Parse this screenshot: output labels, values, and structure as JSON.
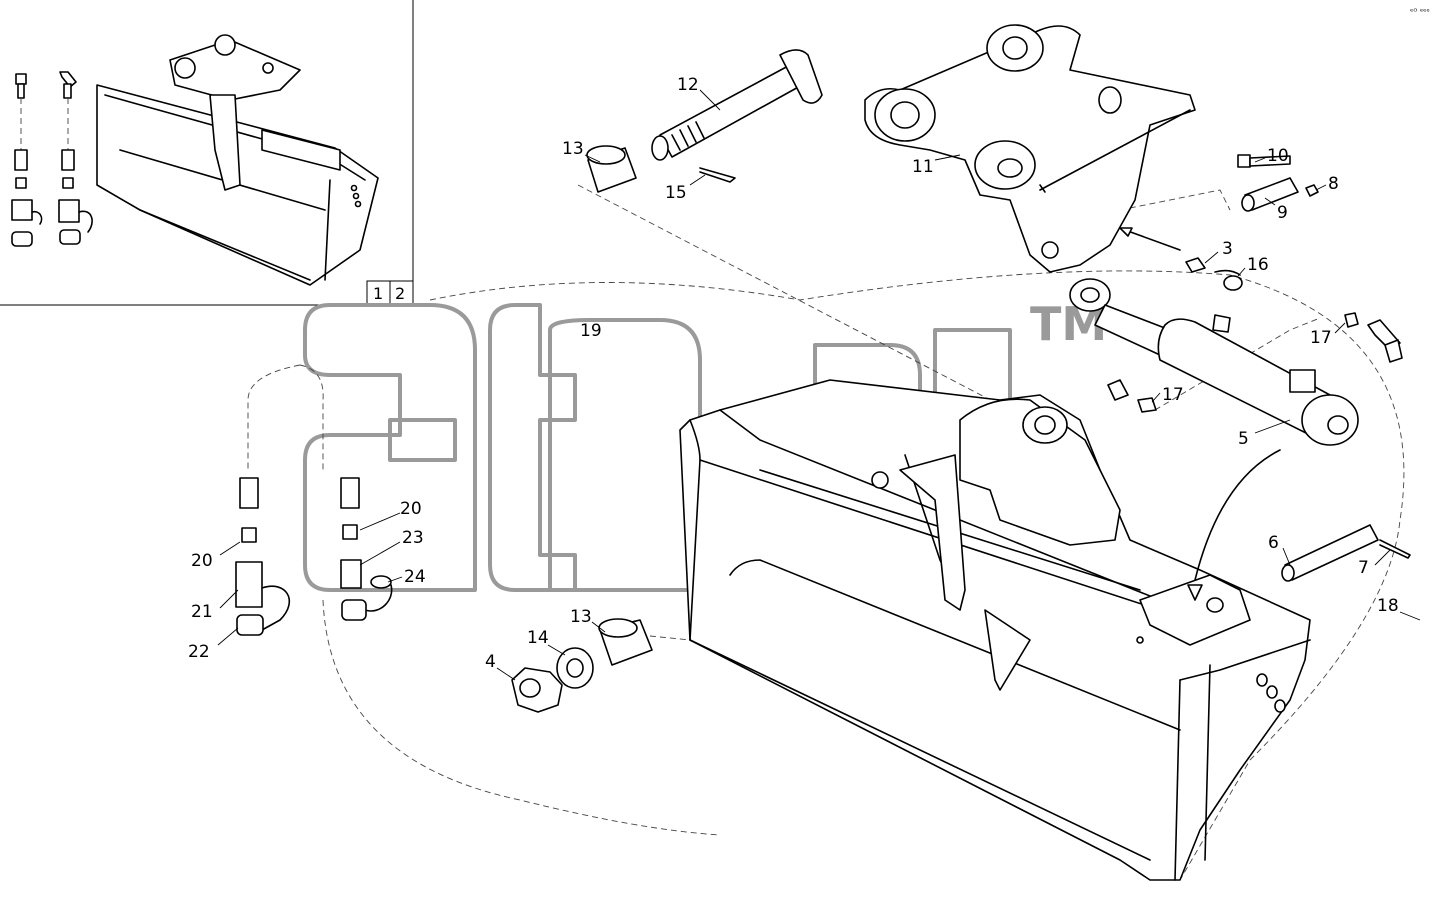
{
  "diagram": {
    "corner_mark": "ᵉᴼ ᵉᵉᵉ",
    "watermark": {
      "text": "atlas",
      "tm": "TM"
    },
    "inset": {
      "variants": [
        "1",
        "2"
      ]
    },
    "part_labels": {
      "p1": "1",
      "p2": "2",
      "p3": "3",
      "p4": "4",
      "p5": "5",
      "p6": "6",
      "p7": "7",
      "p8": "8",
      "p9": "9",
      "p10": "10",
      "p11": "11",
      "p12": "12",
      "p13a": "13",
      "p13b": "13",
      "p14": "14",
      "p15": "15",
      "p16": "16",
      "p17a": "17",
      "p17b": "17",
      "p18": "18",
      "p19": "19",
      "p20a": "20",
      "p20b": "20",
      "p21": "21",
      "p22": "22",
      "p23": "23",
      "p24": "24"
    }
  }
}
